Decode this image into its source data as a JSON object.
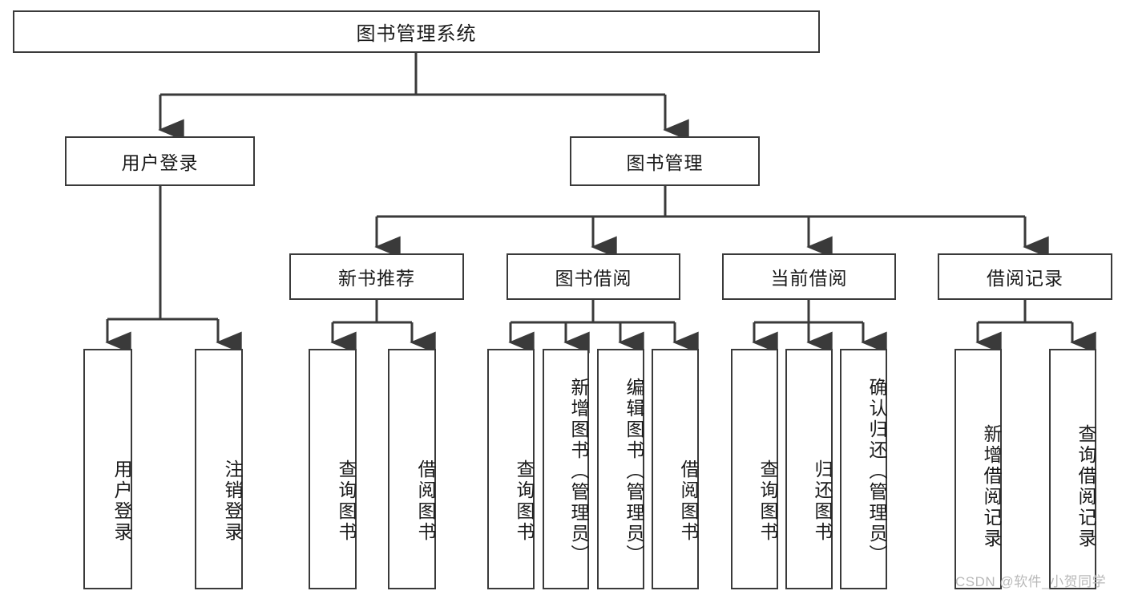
{
  "diagram": {
    "type": "hierarchy-tree",
    "title": "图书管理系统",
    "root": {
      "label": "图书管理系统"
    },
    "level2": [
      {
        "label": "用户登录"
      },
      {
        "label": "图书管理"
      }
    ],
    "level3": [
      {
        "label": "新书推荐"
      },
      {
        "label": "图书借阅"
      },
      {
        "label": "当前借阅"
      },
      {
        "label": "借阅记录"
      }
    ],
    "leaves": {
      "user_login": [
        {
          "label": "用户登录"
        },
        {
          "label": "注销登录"
        }
      ],
      "new_book_recommend": [
        {
          "label": "查询图书"
        },
        {
          "label": "借阅图书"
        }
      ],
      "book_borrow": [
        {
          "label": "查询图书"
        },
        {
          "label": "新增图书（管理员）"
        },
        {
          "label": "编辑图书（管理员）"
        },
        {
          "label": "借阅图书"
        }
      ],
      "current_borrow": [
        {
          "label": "查询图书"
        },
        {
          "label": "归还图书"
        },
        {
          "label": "确认归还（管理员）"
        }
      ],
      "borrow_records": [
        {
          "label": "新增借阅记录"
        },
        {
          "label": "查询借阅记录"
        }
      ]
    }
  },
  "watermark": {
    "text": "CSDN @软件_小贺同学"
  },
  "colors": {
    "box_border": "#3a3a3a",
    "box_fill": "#ffffff",
    "line": "#3a3a3a",
    "text": "#1a1a1a",
    "watermark": "#b9b9b9"
  }
}
